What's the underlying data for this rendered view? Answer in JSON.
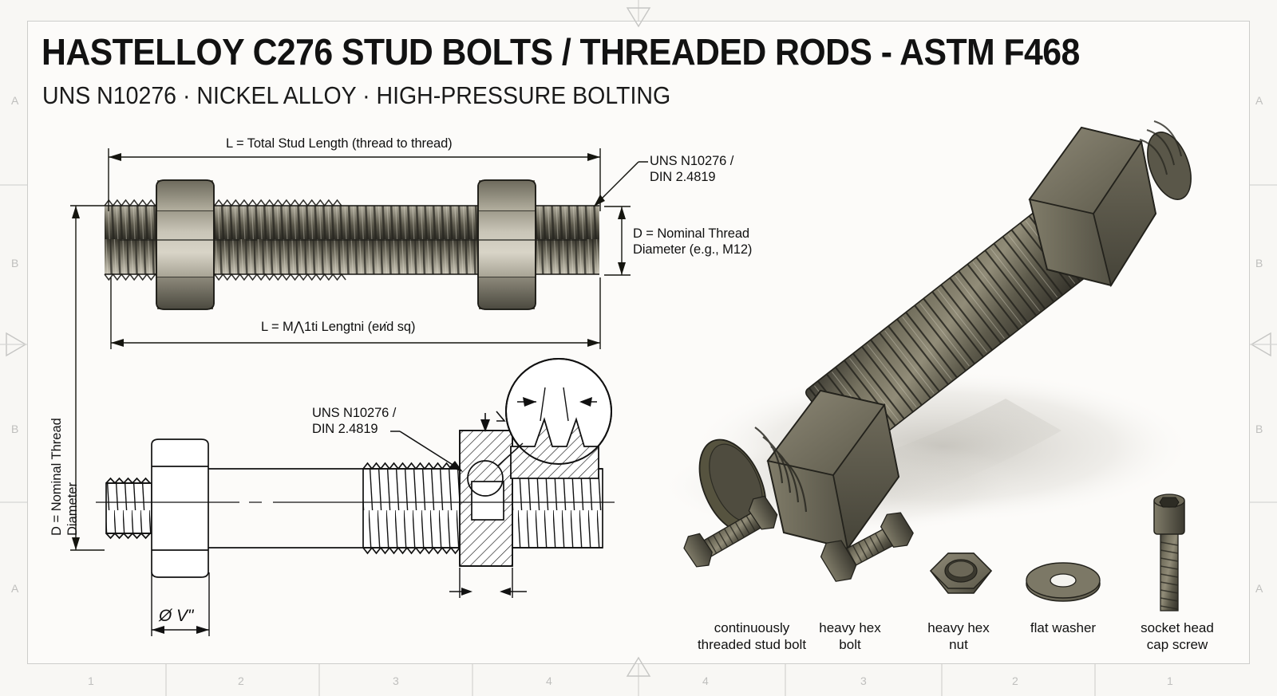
{
  "sheet": {
    "background_color": "#f8f7f4",
    "frame_color": "#cdcdcb",
    "ink_color": "#111111"
  },
  "header": {
    "title": "HASTELLOY C276 STUD BOLTS / THREADED RODS - ASTM F468",
    "subtitle": "UNS N10276 · NICKEL ALLOY · HIGH-PRESSURE BOLTING"
  },
  "frame": {
    "left_zones": [
      "A",
      "B",
      "B",
      "A"
    ],
    "right_zones": [
      "A",
      "B",
      "B",
      "A"
    ],
    "bottom_zones": [
      "1",
      "2",
      "3",
      "4",
      "4",
      "3",
      "2",
      "1"
    ],
    "center_marks": [
      "top-triangle",
      "bottom-triangle",
      "left-triangle",
      "right-triangle"
    ]
  },
  "top_view": {
    "length_dim_label": "L = Total Stud Length (thread to thread)",
    "material_callout": "UNS N10276 /\nDIN 2.4819",
    "diameter_callout": "D = Nominal Thread\nDiameter (e.g., M12)",
    "lower_dim_label": "L = M⋀1ti Lengtni (eи̇d sq)"
  },
  "side_view": {
    "material_callout": "UNS N10276 /\nDIN 2.4819",
    "vertical_dim_label": "D = Nominal Thread\nDiameter",
    "diameter_dim_label": "Ø V\"",
    "detail_bubble": "thread-profile-detail"
  },
  "render": {
    "main_part": "hex-nut-stud-bolt-assembly"
  },
  "legend": {
    "items": [
      {
        "caption": "continuously\nthreaded stud bolt",
        "icon": "stud-bolt-with-two-nuts"
      },
      {
        "caption": "heavy hex\nbolt",
        "icon": "hex-bolt"
      },
      {
        "caption": "heavy hex\nnut",
        "icon": "hex-nut"
      },
      {
        "caption": "flat washer",
        "icon": "flat-washer"
      },
      {
        "caption": "socket head\ncap screw",
        "icon": "socket-head-cap-screw"
      }
    ]
  }
}
